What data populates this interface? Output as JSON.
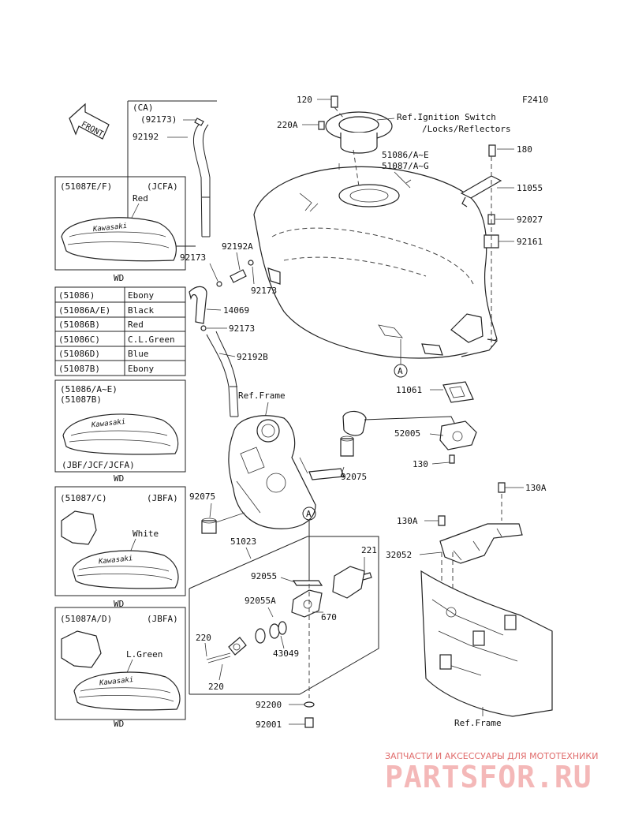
{
  "figure_code": "F2410",
  "front_label": "FRONT",
  "callouts": {
    "p120": "120",
    "p220a": "220A",
    "ref_ignition_1": "Ref.Ignition Switch",
    "ref_ignition_2": "/Locks/Reflectors",
    "p180": "180",
    "tank_1": "51086/A~E",
    "tank_2": "51087/A~G",
    "p11055": "11055",
    "p92027": "92027",
    "p92161": "92161",
    "p92192a": "92192A",
    "p92173_a": "92173",
    "p92173_b": "92173",
    "p14069": "14069",
    "p92173_c": "92173",
    "p92192b": "92192B",
    "circle_a_1": "A",
    "p11061": "11061",
    "ref_frame_1": "Ref.Frame",
    "p52005": "52005",
    "p130": "130",
    "p92075_a": "92075",
    "p92075_b": "92075",
    "circle_a_2": "A",
    "p130a_1": "130A",
    "p130a_2": "130A",
    "p32052": "32052",
    "p51023": "51023",
    "p221": "221",
    "p92055": "92055",
    "p92055a": "92055A",
    "p670": "670",
    "p220_a": "220",
    "p43049": "43049",
    "p220_b": "220",
    "p92200": "92200",
    "p92001": "92001",
    "ref_frame_2": "Ref.Frame"
  },
  "ca_box": {
    "title": "(CA)",
    "p92173": "(92173)",
    "p92192": "92192"
  },
  "box1": {
    "code": "(51087E/F)",
    "market": "(JCFA)",
    "color": "Red",
    "brand": "Kawasaki",
    "view": "WD"
  },
  "color_table": [
    {
      "code": "(51086)",
      "color": "Ebony"
    },
    {
      "code": "(51086A/E)",
      "color": "Black"
    },
    {
      "code": "(51086B)",
      "color": "Red"
    },
    {
      "code": "(51086C)",
      "color": "C.L.Green"
    },
    {
      "code": "(51086D)",
      "color": "Blue"
    },
    {
      "code": "(51087B)",
      "color": "Ebony"
    }
  ],
  "box2": {
    "code_1": "(51086/A~E)",
    "code_2": "(51087B)",
    "market": "(JBF/JCF/JCFA)",
    "brand": "Kawasaki",
    "view": "WD"
  },
  "box3": {
    "code": "(51087/C)",
    "market": "(JBFA)",
    "color": "White",
    "brand": "Kawasaki",
    "view": "WD"
  },
  "box4": {
    "code": "(51087A/D)",
    "market": "(JBFA)",
    "color": "L.Green",
    "brand": "Kawasaki",
    "view": "WD"
  },
  "watermark": {
    "tagline": "ЗАПЧАСТИ И АКСЕССУАРЫ ДЛЯ МОТОТЕХНИКИ",
    "brand": "PARTSFOR.RU"
  },
  "colors": {
    "line": "#222222",
    "watermark_text": "#e06b6b",
    "watermark_logo": "#f4b8b8"
  }
}
